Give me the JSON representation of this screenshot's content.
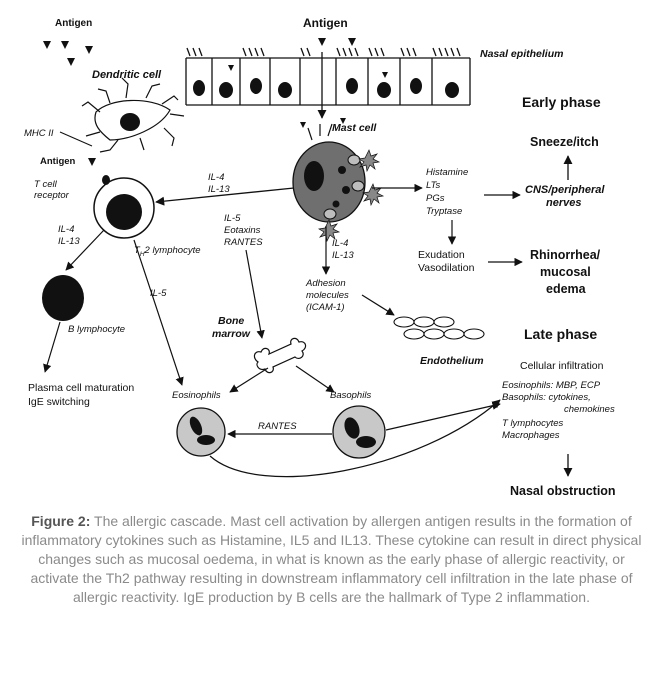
{
  "diagram": {
    "antigen_left": "Antigen",
    "antigen_top": "Antigen",
    "antigen_mid": "Antigen",
    "nasal_epithelium": "Nasal epithelium",
    "dendritic_cell": "Dendritic cell",
    "mhc_ii": "MHC II",
    "t_cell_receptor_1": "T cell",
    "t_cell_receptor_2": "receptor",
    "mast_cell": "Mast cell",
    "il4_il13_top_1": "IL-4",
    "il4_il13_top_2": "IL-13",
    "th2_lymphocyte_main": "T",
    "th2_lymphocyte_sub": "H",
    "th2_lymphocyte_rest": "2 lymphocyte",
    "il4_il13_left_1": "IL-4",
    "il4_il13_left_2": "IL-13",
    "il5_left": "IL-5",
    "b_lymphocyte": "B lymphocyte",
    "plasma_1": "Plasma cell maturation",
    "plasma_2": "IgE switching",
    "il5_eotaxins_rantes_1": "IL-5",
    "il5_eotaxins_rantes_2": "Eotaxins",
    "il5_eotaxins_rantes_3": "RANTES",
    "il4_il13_mid_1": "IL-4",
    "il4_il13_mid_2": "IL-13",
    "adhesion_1": "Adhesion",
    "adhesion_2": "molecules",
    "adhesion_3": "(ICAM-1)",
    "bone_marrow_1": "Bone",
    "bone_marrow_2": "marrow",
    "endothelium": "Endothelium",
    "mediators": [
      "Histamine",
      "LTs",
      "PGs",
      "Tryptase"
    ],
    "exudation_1": "Exudation",
    "exudation_2": "Vasodilation",
    "eosinophils": "Eosinophils",
    "basophils": "Basophils",
    "rantes_bottom": "RANTES",
    "early_phase": "Early phase",
    "sneeze_itch": "Sneeze/itch",
    "cns_1": "CNS/peripheral",
    "cns_2": "nerves",
    "rhinorrhea_1": "Rhinorrhea/",
    "rhinorrhea_2": "mucosal",
    "rhinorrhea_3": "edema",
    "late_phase": "Late phase",
    "cellular_infiltration": "Cellular infiltration",
    "late_items": [
      "Eosinophils: MBP, ECP",
      "Basophils: cytokines,",
      "chemokines",
      "T lymphocytes",
      "Macrophages"
    ],
    "nasal_obstruction": "Nasal obstruction"
  },
  "caption": {
    "title": "Figure 2:",
    "text": "The allergic cascade. Mast cell activation by allergen antigen results in the formation of inflammatory cytokines such as Histamine, IL5 and IL13. These cytokine can result in direct physical changes such as mucosal oedema, in what is known as the early phase of allergic reactivity, or activate the Th2 pathway resulting in downstream inflammatory cell infiltration in the late phase of allergic reactivity. IgE production by B cells are the hallmark of Type 2 inflammation."
  },
  "colors": {
    "caption_text": "#8a8a8a",
    "cell_fill": "#c8c8c8",
    "mast_fill": "#6f6f6f"
  }
}
